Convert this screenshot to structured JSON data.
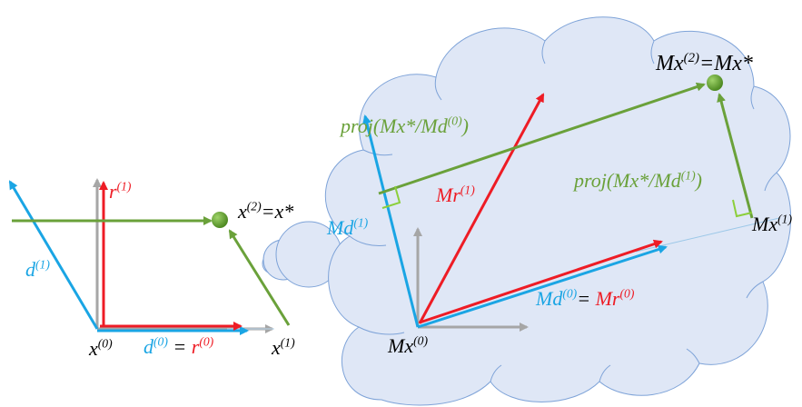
{
  "colors": {
    "blue": "#1aa5e4",
    "red": "#ee1c25",
    "green": "#6aa13a",
    "gray": "#a6a6a6",
    "black": "#000000",
    "cloud_fill": "#dfe7f6",
    "cloud_stroke": "#7ea3d8",
    "point": "#6fae3c"
  },
  "left": {
    "x0": {
      "base": "x",
      "sup": "(0)"
    },
    "x1": {
      "base": "x",
      "sup": "(1)"
    },
    "x2_eq": {
      "base": "x",
      "sup": "(2)",
      "rest": "=x*"
    },
    "d1": {
      "base": "d",
      "sup": "(1)"
    },
    "r1": {
      "base": "r",
      "sup": "(1)"
    },
    "d0": {
      "base": "d",
      "sup": "(0)"
    },
    "eq": " = ",
    "r0": {
      "base": "r",
      "sup": "(0)"
    }
  },
  "right": {
    "mx0": {
      "base": "Mx",
      "sup": "(0)"
    },
    "mx1": {
      "base": "Mx",
      "sup": "(1)"
    },
    "mx2_eq": {
      "base": "Mx",
      "sup": "(2)",
      "rest": "=Mx*"
    },
    "md1": {
      "base": "Md",
      "sup": "(1)"
    },
    "mr1": {
      "base": "Mr",
      "sup": "(1)"
    },
    "md0": {
      "base": "Md",
      "sup": "(0)"
    },
    "eq": "= ",
    "mr0": {
      "base": "Mr",
      "sup": "(0)"
    },
    "proj0": {
      "base": "proj(Mx*/Md",
      "sup": "(0)",
      "rest": ")"
    },
    "proj1": {
      "base": "proj(Mx*/Md",
      "sup": "(1)",
      "rest": ")"
    }
  }
}
